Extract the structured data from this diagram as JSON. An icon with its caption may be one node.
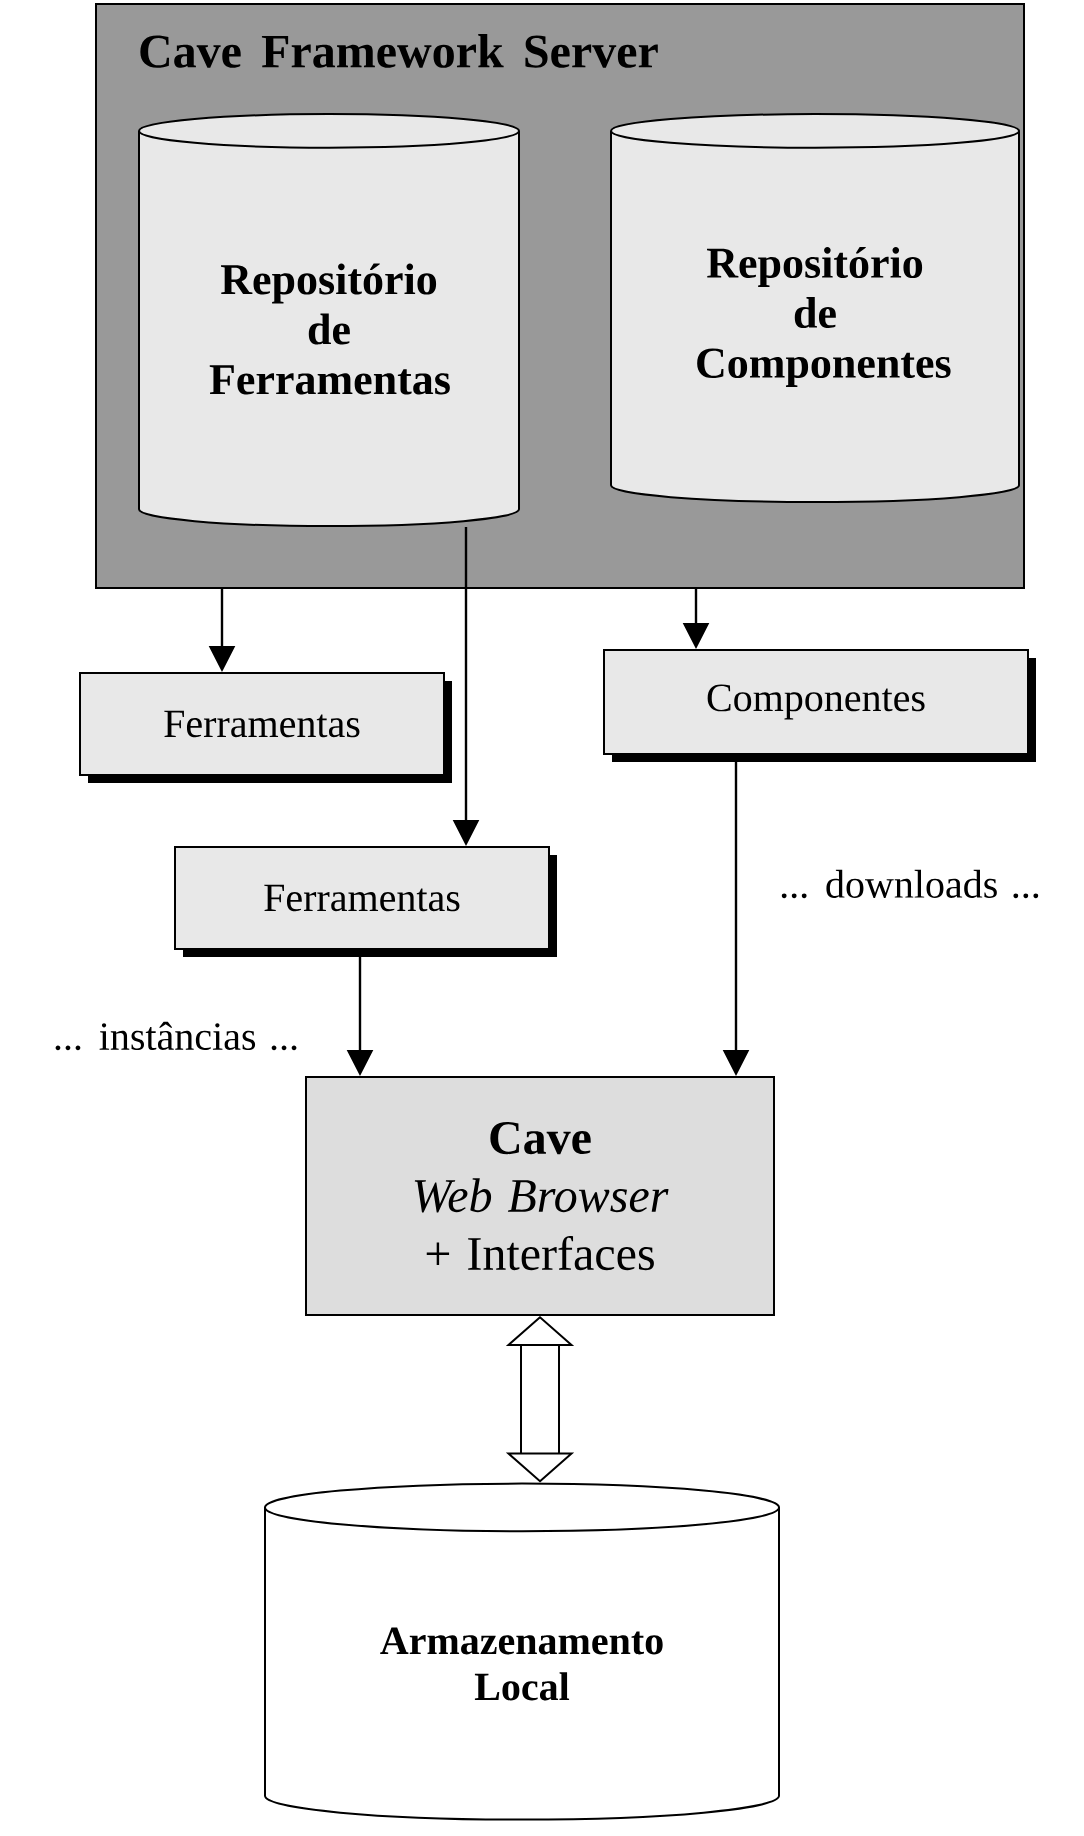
{
  "diagram": {
    "nodes": [
      {
        "text": [
          "Cave Framework Server"
        ]
      },
      {
        "text": [
          "Repositório de Ferramentas"
        ],
        "in": 0
      },
      {
        "text": [
          "Repositório de Componentes"
        ],
        "in": 0
      },
      {
        "text": [
          "Ferramentas"
        ]
      },
      {
        "text": [
          "Componentes"
        ]
      },
      {
        "text": [
          "Ferramentas"
        ]
      },
      {
        "text": [
          "Cave",
          "Web Browser",
          "+ Interfaces"
        ]
      },
      {
        "text": [
          "Armazenamento Local"
        ]
      }
    ],
    "edges": [
      {
        "from": 0,
        "to": 3,
        "arrow": "to"
      },
      {
        "from": 1,
        "to": 5,
        "arrow": "to"
      },
      {
        "from": 0,
        "to": 4,
        "arrow": "to"
      },
      {
        "from": 5,
        "to": 6,
        "arrow": "to",
        "label": "... instâncias ..."
      },
      {
        "from": 4,
        "to": 6,
        "arrow": "to",
        "label": "... downloads ..."
      },
      {
        "from": 6,
        "to": 7,
        "arrow": "both",
        "style": "thick"
      }
    ]
  }
}
